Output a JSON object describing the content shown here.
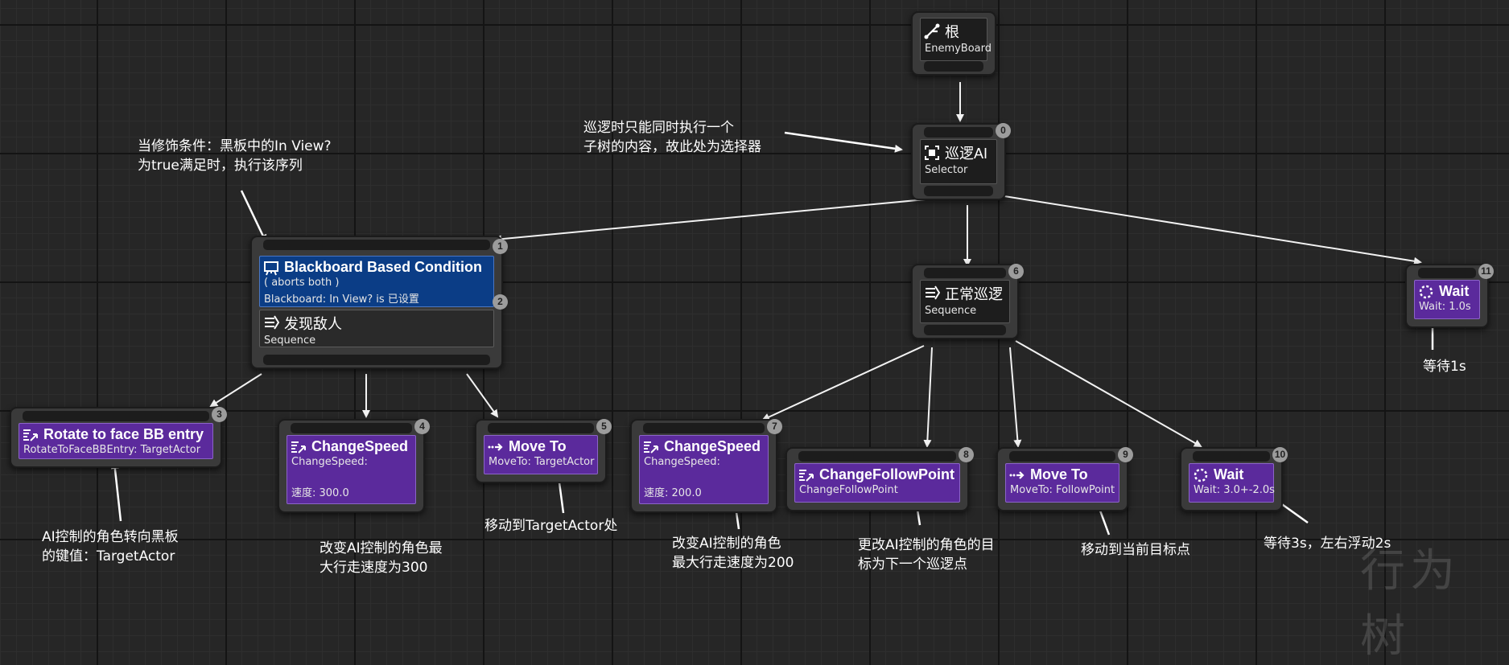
{
  "root": {
    "title": "根",
    "subtitle": "EnemyBoard"
  },
  "selector": {
    "title": "巡逻AI",
    "subtitle": "Selector",
    "index": "0"
  },
  "bb_condition": {
    "title": "Blackboard Based Condition",
    "line1": "( aborts both )",
    "line2": "Blackboard: In View? is 已设置",
    "index": "1"
  },
  "found_seq": {
    "title": "发现敌人",
    "subtitle": "Sequence",
    "index": "2"
  },
  "rotate": {
    "title": "Rotate to face BB entry",
    "subtitle": "RotateToFaceBBEntry: TargetActor",
    "index": "3"
  },
  "speed1": {
    "title": "ChangeSpeed",
    "subtitle": "ChangeSpeed:",
    "value": "速度: 300.0",
    "index": "4"
  },
  "move1": {
    "title": "Move To",
    "subtitle": "MoveTo: TargetActor",
    "index": "5"
  },
  "patrol_seq": {
    "title": "正常巡逻",
    "subtitle": "Sequence",
    "index": "6"
  },
  "speed2": {
    "title": "ChangeSpeed",
    "subtitle": "ChangeSpeed:",
    "value": "速度: 200.0",
    "index": "7"
  },
  "follow": {
    "title": "ChangeFollowPoint",
    "subtitle": "ChangeFollowPoint",
    "index": "8"
  },
  "move2": {
    "title": "Move To",
    "subtitle": "MoveTo: FollowPoint",
    "index": "9"
  },
  "wait1": {
    "title": "Wait",
    "subtitle": "Wait: 3.0+-2.0s",
    "index": "10"
  },
  "wait2": {
    "title": "Wait",
    "subtitle": "Wait: 1.0s",
    "index": "11"
  },
  "notes": {
    "selector_1": "巡逻时只能同时执行一个",
    "selector_2": "子树的内容，故此处为选择器",
    "condition_1": "当修饰条件：黑板中的In View?",
    "condition_2": "为true满足时，执行该序列",
    "rotate_1": "AI控制的角色转向黑板",
    "rotate_2": "的键值：TargetActor",
    "speed300_1": "改变AI控制的角色最",
    "speed300_2": "大行走速度为300",
    "move_target": "移动到TargetActor处",
    "speed200_1": "改变AI控制的角色",
    "speed200_2": "最大行走速度为200",
    "follow_1": "更改AI控制的角色的目",
    "follow_2": "标为下一个巡逻点",
    "move_follow": "移动到当前目标点",
    "wait3": "等待3s，左右浮动2s",
    "wait1s": "等待1s"
  },
  "watermark": "行为树"
}
